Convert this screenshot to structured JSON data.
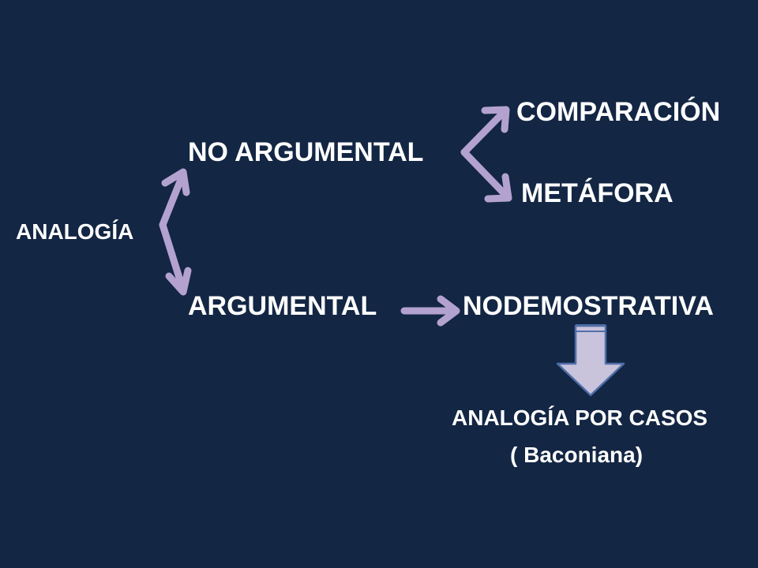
{
  "diagram": {
    "root": "ANALOGÍA",
    "no_argumental": "NO ARGUMENTAL",
    "comparacion": "COMPARACIÓN",
    "metafora": "METÁFORA",
    "argumental": "ARGUMENTAL",
    "nodemostrativa": "NODEMOSTRATIVA",
    "analogia_por_casos": "ANALOGÍA POR CASOS",
    "baconiana": "( Baconiana)"
  },
  "colors": {
    "background": "#132644",
    "text": "#ffffff",
    "arrow": "#b3a2cf",
    "block_arrow_fill": "#c9c3dc",
    "block_arrow_stroke": "#4f6fa8"
  }
}
